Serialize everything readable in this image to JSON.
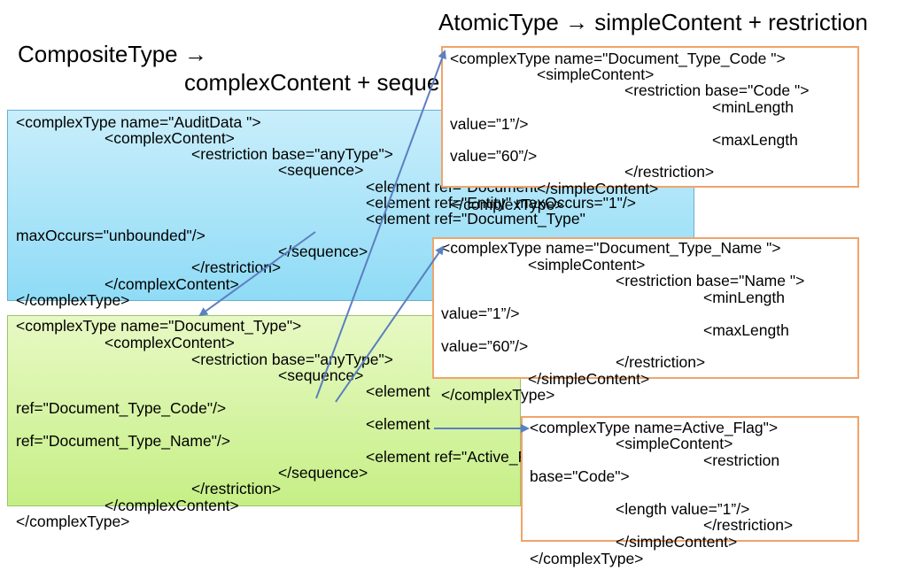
{
  "titles": {
    "atomic": "AtomicType → simpleContent + restriction",
    "composite_line1": "CompositeType →",
    "composite_line2": "complexContent + sequence"
  },
  "colors": {
    "audit_fill_top": "#c9eefb",
    "audit_fill_bottom": "#8fdbf6",
    "doctype_fill_top": "#e7f9c4",
    "doctype_fill_bottom": "#c6ef86",
    "atomic_border": "#f0a46a",
    "arrow": "#5b7fc1"
  },
  "audit_data": {
    "l1": "<complexType name=\"AuditData \">",
    "l2": "<complexContent>",
    "l3": "<restriction base=\"anyType\">",
    "l4": "<sequence>",
    "l5": "<element ref=\"Document\"",
    "l6": "<element ref=\"Entity\" maxOccurs=\"1\"/>",
    "l7": "<element ref=\"Document_Type\"",
    "l8": "maxOccurs=\"unbounded\"/>",
    "l9": "</sequence>",
    "l10": "</restriction>",
    "l11": "</complexContent>",
    "l12": "</complexType>"
  },
  "document_type": {
    "l1": "<complexType name=\"Document_Type\">",
    "l2": "<complexContent>",
    "l3": "<restriction base=\"anyType\">",
    "l4": "<sequence>",
    "l5": "<element",
    "l6": "ref=\"Document_Type_Code\"/>",
    "l7": "<element",
    "l8": "ref=\"Document_Type_Name\"/>",
    "l9": "<element ref=\"Active_Flag\"/>",
    "l10": "</sequence>",
    "l11": "</restriction>",
    "l12": "</complexContent>",
    "l13": "</complexType>"
  },
  "document_type_code": {
    "l1": "<complexType name=\"Document_Type_Code \">",
    "l2": "<simpleContent>",
    "l3": "<restriction base=\"Code \">",
    "l4": "<minLength",
    "l5": "value=”1”/>",
    "l6": "<maxLength",
    "l7": "value=”60”/>",
    "l8": "</restriction>",
    "l9": "</simpleContent>",
    "l10": "</complexType>"
  },
  "document_type_name": {
    "l1": "<complexType name=\"Document_Type_Name \">",
    "l2": "<simpleContent>",
    "l3": "<restriction base=\"Name \">",
    "l4": "<minLength",
    "l5": "value=”1”/>",
    "l6": "<maxLength",
    "l7": "value=”60”/>",
    "l8": "</restriction>",
    "l9": "</simpleContent>",
    "l10": "</complexType>"
  },
  "active_flag": {
    "l1": "<complexType name=Active_Flag\">",
    "l2": "<simpleContent>",
    "l3": "<restriction",
    "l4": "base=\"Code\">",
    "l5": "<length value=”1”/>",
    "l6": "</restriction>",
    "l7": "</simpleContent>",
    "l8": "</complexType>"
  }
}
